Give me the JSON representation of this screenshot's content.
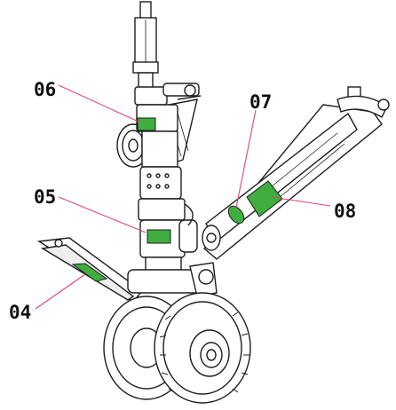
{
  "callouts": [
    {
      "id": "06",
      "label": "06"
    },
    {
      "id": "05",
      "label": "05"
    },
    {
      "id": "04",
      "label": "04"
    },
    {
      "id": "07",
      "label": "07"
    },
    {
      "id": "08",
      "label": "08"
    }
  ],
  "colors": {
    "outline": "#1e1e1e",
    "metal": "#ffffff",
    "shade": "#d9d9d9",
    "highlight": "#3fae3f",
    "leader": "#e0457b"
  }
}
